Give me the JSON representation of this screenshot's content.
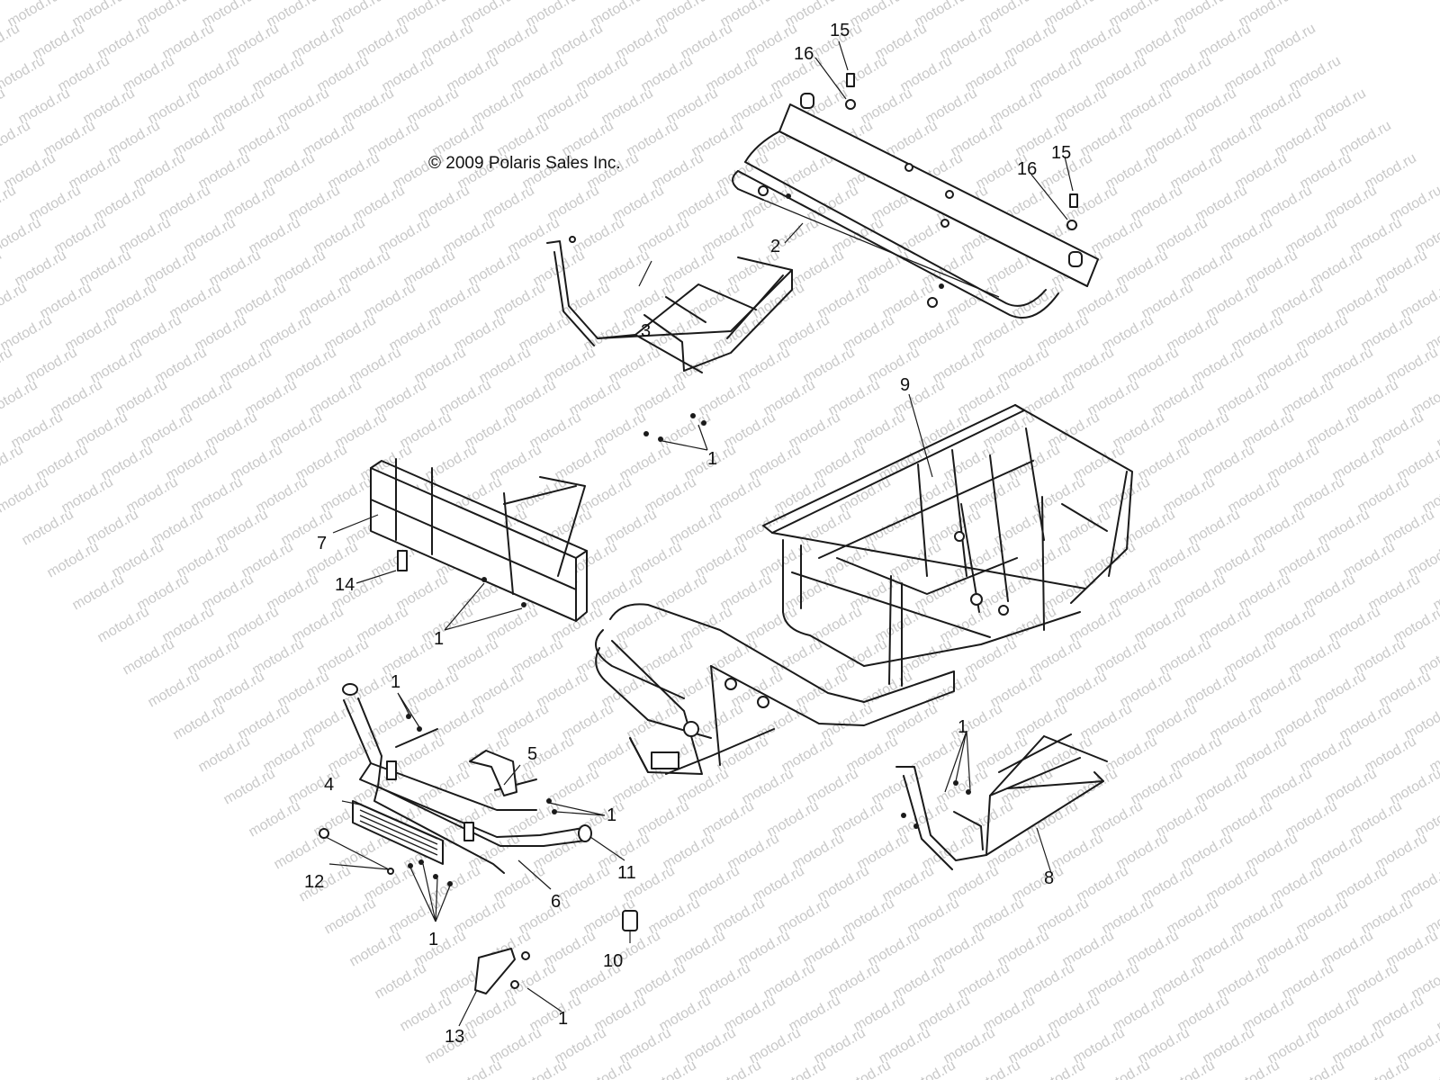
{
  "copyright": "© 2009 Polaris Sales Inc.",
  "watermark_text": "motod.ru",
  "callouts": [
    {
      "id": "c15a",
      "label": "15"
    },
    {
      "id": "c16a",
      "label": "16"
    },
    {
      "id": "c15b",
      "label": "15"
    },
    {
      "id": "c16b",
      "label": "16"
    },
    {
      "id": "c2",
      "label": "2"
    },
    {
      "id": "c3",
      "label": "3"
    },
    {
      "id": "c1a",
      "label": "1"
    },
    {
      "id": "c9",
      "label": "9"
    },
    {
      "id": "c7",
      "label": "7"
    },
    {
      "id": "c14",
      "label": "14"
    },
    {
      "id": "c1b",
      "label": "1"
    },
    {
      "id": "c1c",
      "label": "1"
    },
    {
      "id": "c5",
      "label": "5"
    },
    {
      "id": "c4",
      "label": "4"
    },
    {
      "id": "c1d",
      "label": "1"
    },
    {
      "id": "c11",
      "label": "11"
    },
    {
      "id": "c12",
      "label": "12"
    },
    {
      "id": "c6",
      "label": "6"
    },
    {
      "id": "c1e",
      "label": "1"
    },
    {
      "id": "c10",
      "label": "10"
    },
    {
      "id": "c13",
      "label": "13"
    },
    {
      "id": "c1f",
      "label": "1"
    },
    {
      "id": "c1g",
      "label": "1"
    },
    {
      "id": "c8",
      "label": "8"
    }
  ]
}
